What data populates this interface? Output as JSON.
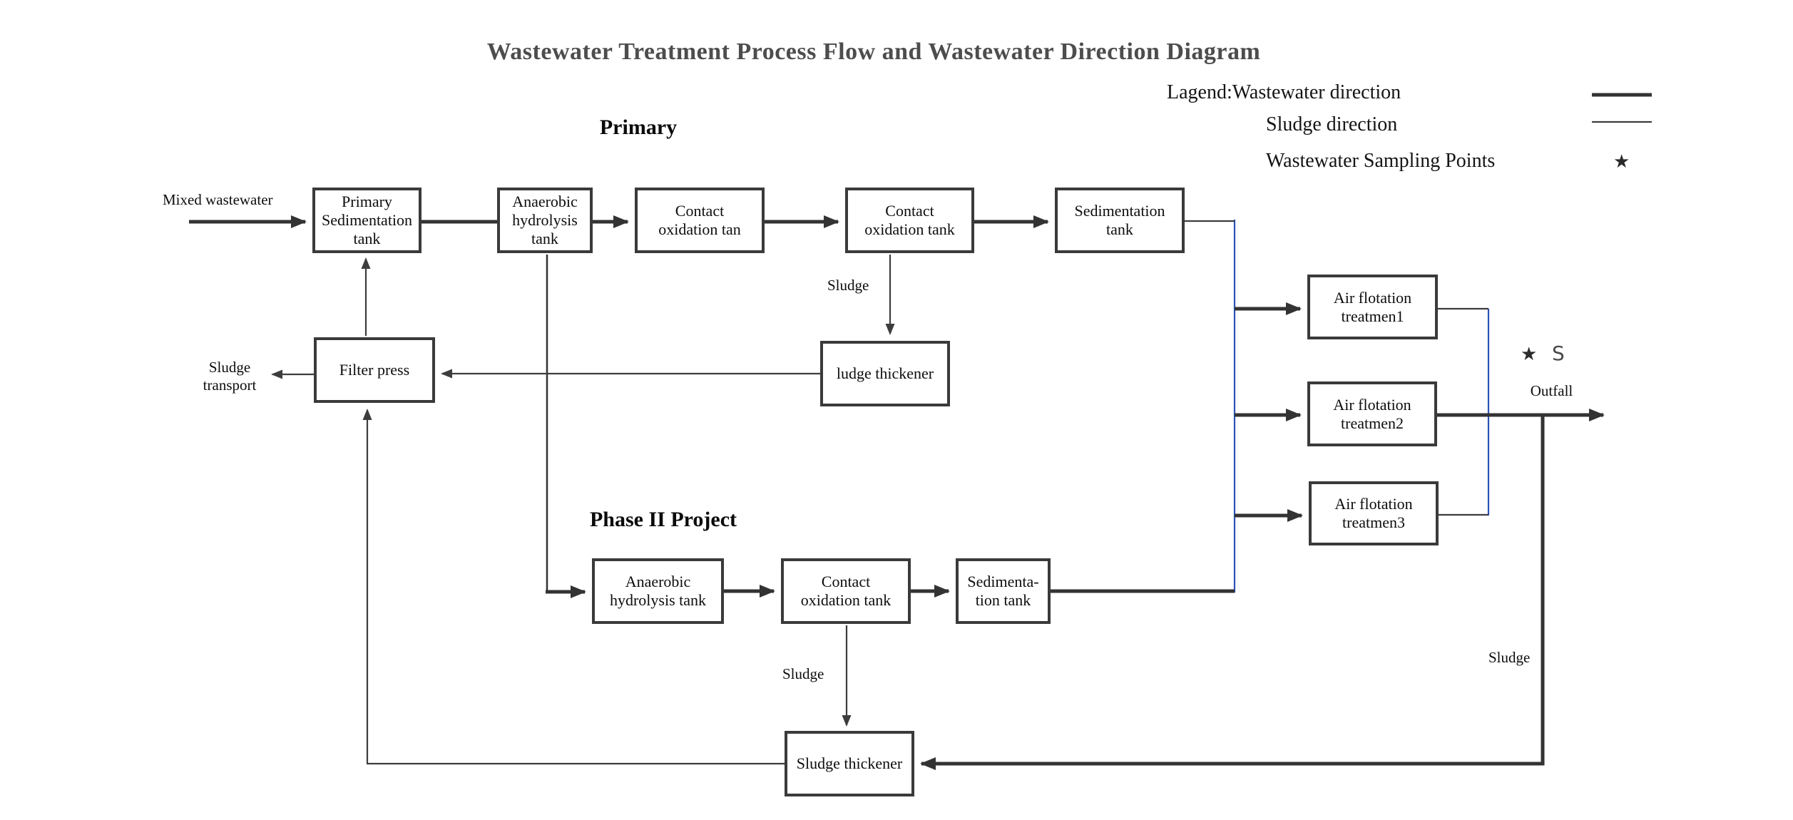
{
  "title": "Wastewater Treatment Process Flow and Wastewater Direction Diagram",
  "sections": {
    "primary": "Primary",
    "phase2": "Phase II Project"
  },
  "legend": {
    "wastewater": "Lagend:Wastewater direction",
    "sludge": "Sludge direction",
    "sampling": "Wastewater Sampling Points",
    "star": "★"
  },
  "nodes": {
    "primary_sed": "Primary\nSedimentation\ntank",
    "anaerobic1": "Anaerobic\nhydrolysis\ntank",
    "contact1": "Contact\noxidation tan",
    "contact2": "Contact\noxidation tank",
    "sed1": "Sedimentation\ntank",
    "ludge_thickener": "ludge thickener",
    "filter_press": "Filter press",
    "anaerobic2": "Anaerobic\nhydrolysis tank",
    "contact3": "Contact\noxidation tank",
    "sed2": "Sedimenta-\ntion tank",
    "af1": "Air flotation\ntreatmen1",
    "af2": "Air flotation\ntreatmen2",
    "af3": "Air flotation\ntreatmen3",
    "sludge_thickener": "Sludge thickener"
  },
  "labels": {
    "mixed": "Mixed wastewater",
    "sludge_top": "Sludge",
    "sludge_transport": "Sludge\ntransport",
    "sludge_phase2": "Sludge",
    "sludge_right": "Sludge",
    "outfall": "Outfall",
    "sampling_star": "★",
    "sampling_s": "S"
  },
  "colors": {
    "wastewater_line": "#333333",
    "sludge_line": "#3d3d3d",
    "manifold_line": "#2a52b8",
    "box_border": "#3a3a3a"
  }
}
